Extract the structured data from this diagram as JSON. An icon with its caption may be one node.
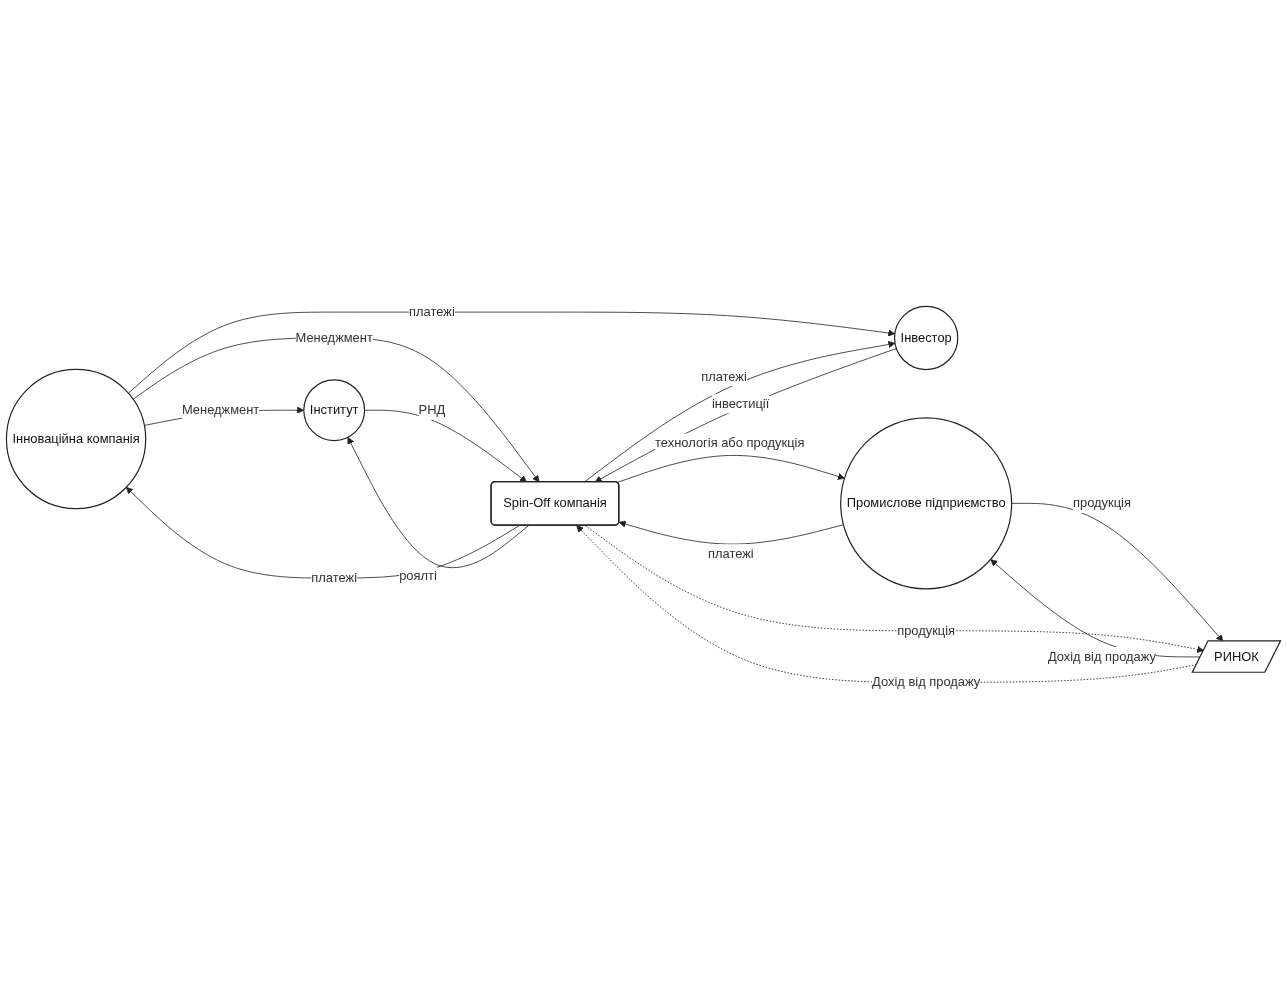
{
  "diagram": {
    "nodes": [
      {
        "text": [
          "Інноваційна компанія"
        ]
      },
      {
        "text": [
          "Інвестор"
        ]
      },
      {
        "text": [
          "Інститут"
        ]
      },
      {
        "text": [
          "Spin-Off компанія"
        ]
      },
      {
        "text": [
          "Промислове підприємство"
        ]
      },
      {
        "text": [
          "РИНОК"
        ]
      }
    ],
    "edges": [
      {
        "from": 0,
        "to": 2,
        "arrow": "to",
        "label": "Менеджмент"
      },
      {
        "from": 0,
        "to": 1,
        "arrow": "to",
        "label": "платежі"
      },
      {
        "from": 0,
        "to": 3,
        "arrow": "to",
        "label": "Менеджмент"
      },
      {
        "from": 3,
        "to": 0,
        "arrow": "to",
        "label": "платежі"
      },
      {
        "from": 1,
        "to": 3,
        "arrow": "to",
        "label": "інвестиції"
      },
      {
        "from": 3,
        "to": 1,
        "arrow": "to",
        "label": "платежі"
      },
      {
        "from": 2,
        "to": 3,
        "arrow": "to",
        "label": "РНД"
      },
      {
        "from": 3,
        "to": 4,
        "arrow": "to",
        "label": "технологія або продукція"
      },
      {
        "from": 4,
        "to": 3,
        "arrow": "to",
        "label": "платежі"
      },
      {
        "from": 3,
        "to": 2,
        "arrow": "to",
        "label": "роялті"
      },
      {
        "from": 4,
        "to": 5,
        "arrow": "to",
        "label": "продукція"
      },
      {
        "from": 5,
        "to": 4,
        "arrow": "to",
        "label": "Дохід від продажу"
      },
      {
        "from": 5,
        "to": 3,
        "arrow": "to",
        "label": "Дохід від продажу",
        "style": "dashed"
      },
      {
        "from": 3,
        "to": 5,
        "arrow": "to",
        "label": "продукція",
        "style": "dashed"
      }
    ]
  }
}
